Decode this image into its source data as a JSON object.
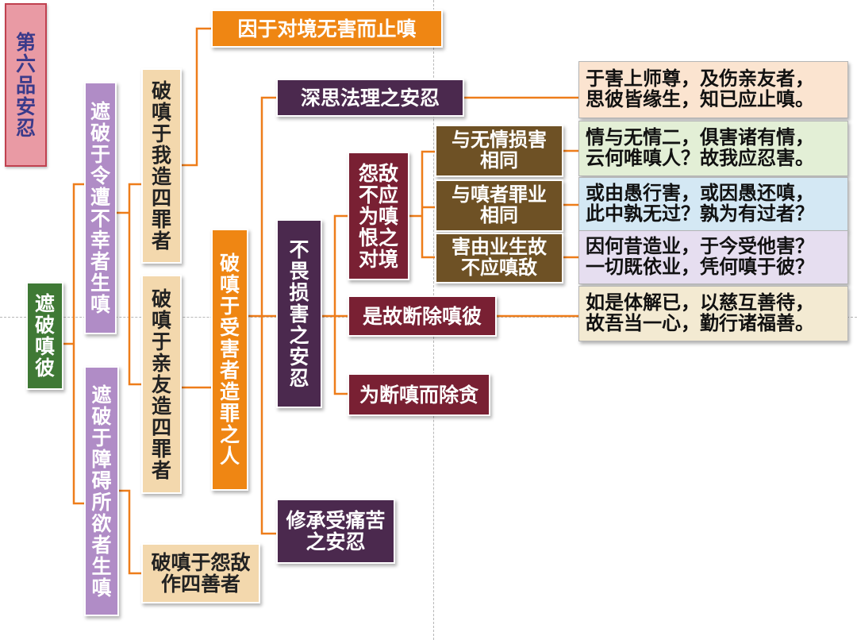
{
  "diagram": {
    "title": "第六品 安忍",
    "root": "遮破嗔彼",
    "branches": {
      "misfortune": "遮破于令遭不幸者生嗔",
      "obstruct": "遮破于障碍所欲者生嗔"
    },
    "subjects": {
      "self_four_evils": "破嗔于我造四罪者",
      "friends_four_evils": "破嗔于亲友造四罪者",
      "enemy_four_goods": "破嗔于怨敌作四善者"
    },
    "harm_doers": "破嗔于受害者造罪之人",
    "top_node": "因于对境无害而止嗔",
    "patiences": {
      "dharma": "深思法理之安忍",
      "fearless": "不畏损害之安忍",
      "suffering": "修承受痛苦之安忍"
    },
    "enemy_not_object": "怨敌不应为嗔恨之对境",
    "reasons": {
      "inanimate": "与无情损害\n相同",
      "angry_karma": "与嗔者罪业\n相同",
      "karma_born": "害由业生故\n不应嗔敌"
    },
    "conclusions": {
      "cut_anger": "是故断除嗔彼",
      "remove_greed": "为断嗔而除贪"
    },
    "verses": {
      "v1": "于害上师尊，及伤亲友者，\n思彼皆缘生，知已应止嗔。",
      "v2": "情与无情二，俱害诸有情，\n云何唯嗔人？故我应忍害。",
      "v3": "或由愚行害，或因愚还嗔，\n此中孰无过？孰为有过者？",
      "v4": "因何昔造业，于今受他害？\n一切既依业，凭何嗔于彼？",
      "v5": "如是体解已，以慈互善待，\n故吾当一心，勤行诸福善。"
    }
  }
}
